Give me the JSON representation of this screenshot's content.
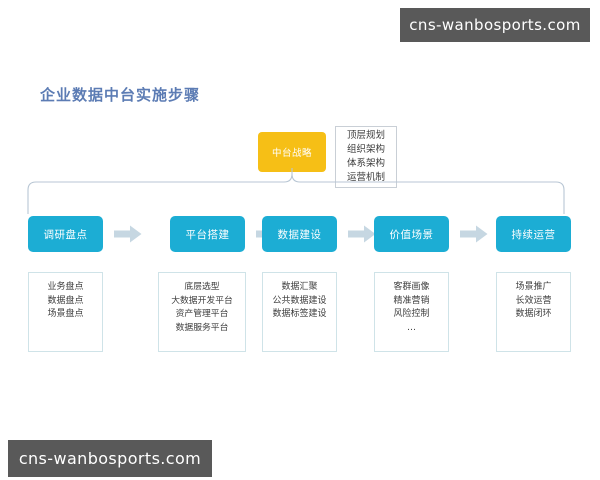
{
  "watermarks": {
    "top_right": "cns-wanbosports.com",
    "bottom_left": "cns-wanbosports.com",
    "background_color": "#595959",
    "text_color": "#ffffff"
  },
  "title": {
    "text": "企业数据中台实施步骤",
    "color": "#5c7cb4"
  },
  "colors": {
    "step_box": "#1cadd4",
    "strategy_box": "#f6bf16",
    "arrow": "#c6d7e2",
    "detail_border": "#cfe3e8",
    "bracket": "#b8c6d4"
  },
  "strategy": {
    "label": "中台战略",
    "detail_lines": [
      "顶层规划",
      "组织架构",
      "体系架构",
      "运营机制"
    ]
  },
  "steps": [
    {
      "label": "调研盘点",
      "details": [
        "业务盘点",
        "数据盘点",
        "场景盘点"
      ]
    },
    {
      "label": "平台搭建",
      "details": [
        "底层选型",
        "大数据开发平台",
        "资产管理平台",
        "数据服务平台"
      ]
    },
    {
      "label": "数据建设",
      "details": [
        "数据汇聚",
        "公共数据建设",
        "数据标签建设"
      ]
    },
    {
      "label": "价值场景",
      "details": [
        "客群画像",
        "精准营销",
        "风险控制",
        "…"
      ]
    },
    {
      "label": "持续运营",
      "details": [
        "场景推广",
        "长效运营",
        "数据闭环"
      ]
    }
  ]
}
